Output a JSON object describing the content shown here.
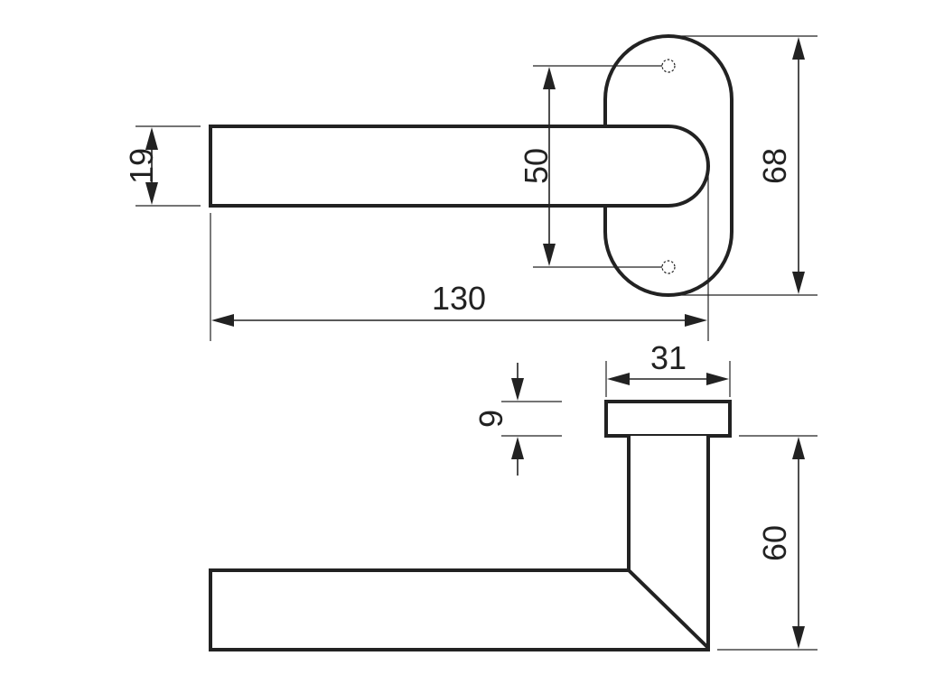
{
  "drawing": {
    "subject": "lever door handle on oval rose",
    "dimensions": {
      "lever_height": "19",
      "fixing_centres": "50",
      "rose_height": "68",
      "lever_length": "130",
      "rose_width": "31",
      "rose_thickness": "9",
      "projection": "60"
    },
    "colors": {
      "line": "#222222",
      "background": "#ffffff"
    }
  }
}
